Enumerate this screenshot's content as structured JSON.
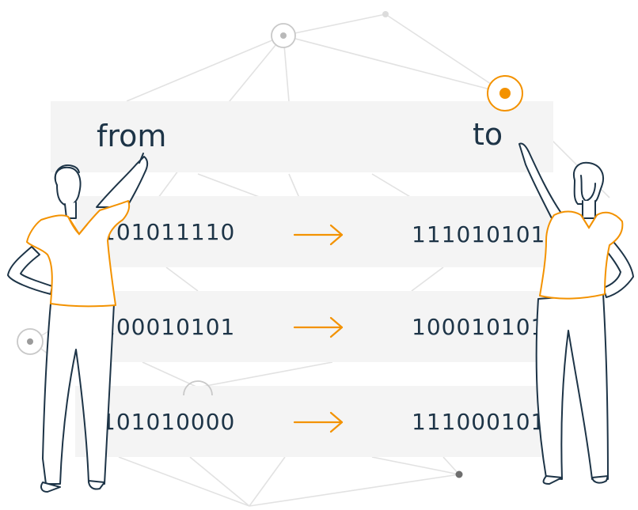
{
  "header": {
    "from_label": "from",
    "to_label": "to"
  },
  "rows": [
    {
      "from": "101011110",
      "to": "111010101"
    },
    {
      "from": "100010101",
      "to": "100010101"
    },
    {
      "from": "101010000",
      "to": "111000101"
    }
  ],
  "icons": {
    "arrow": "right-arrow-icon",
    "nodes": "network-node-icon",
    "figures": [
      "person-pointing-left",
      "person-pointing-right"
    ]
  },
  "colors": {
    "accent": "#f39200",
    "ink": "#1d3447",
    "band": "#f4f4f4",
    "network": "#dedede",
    "node": "#c8c8c8"
  }
}
